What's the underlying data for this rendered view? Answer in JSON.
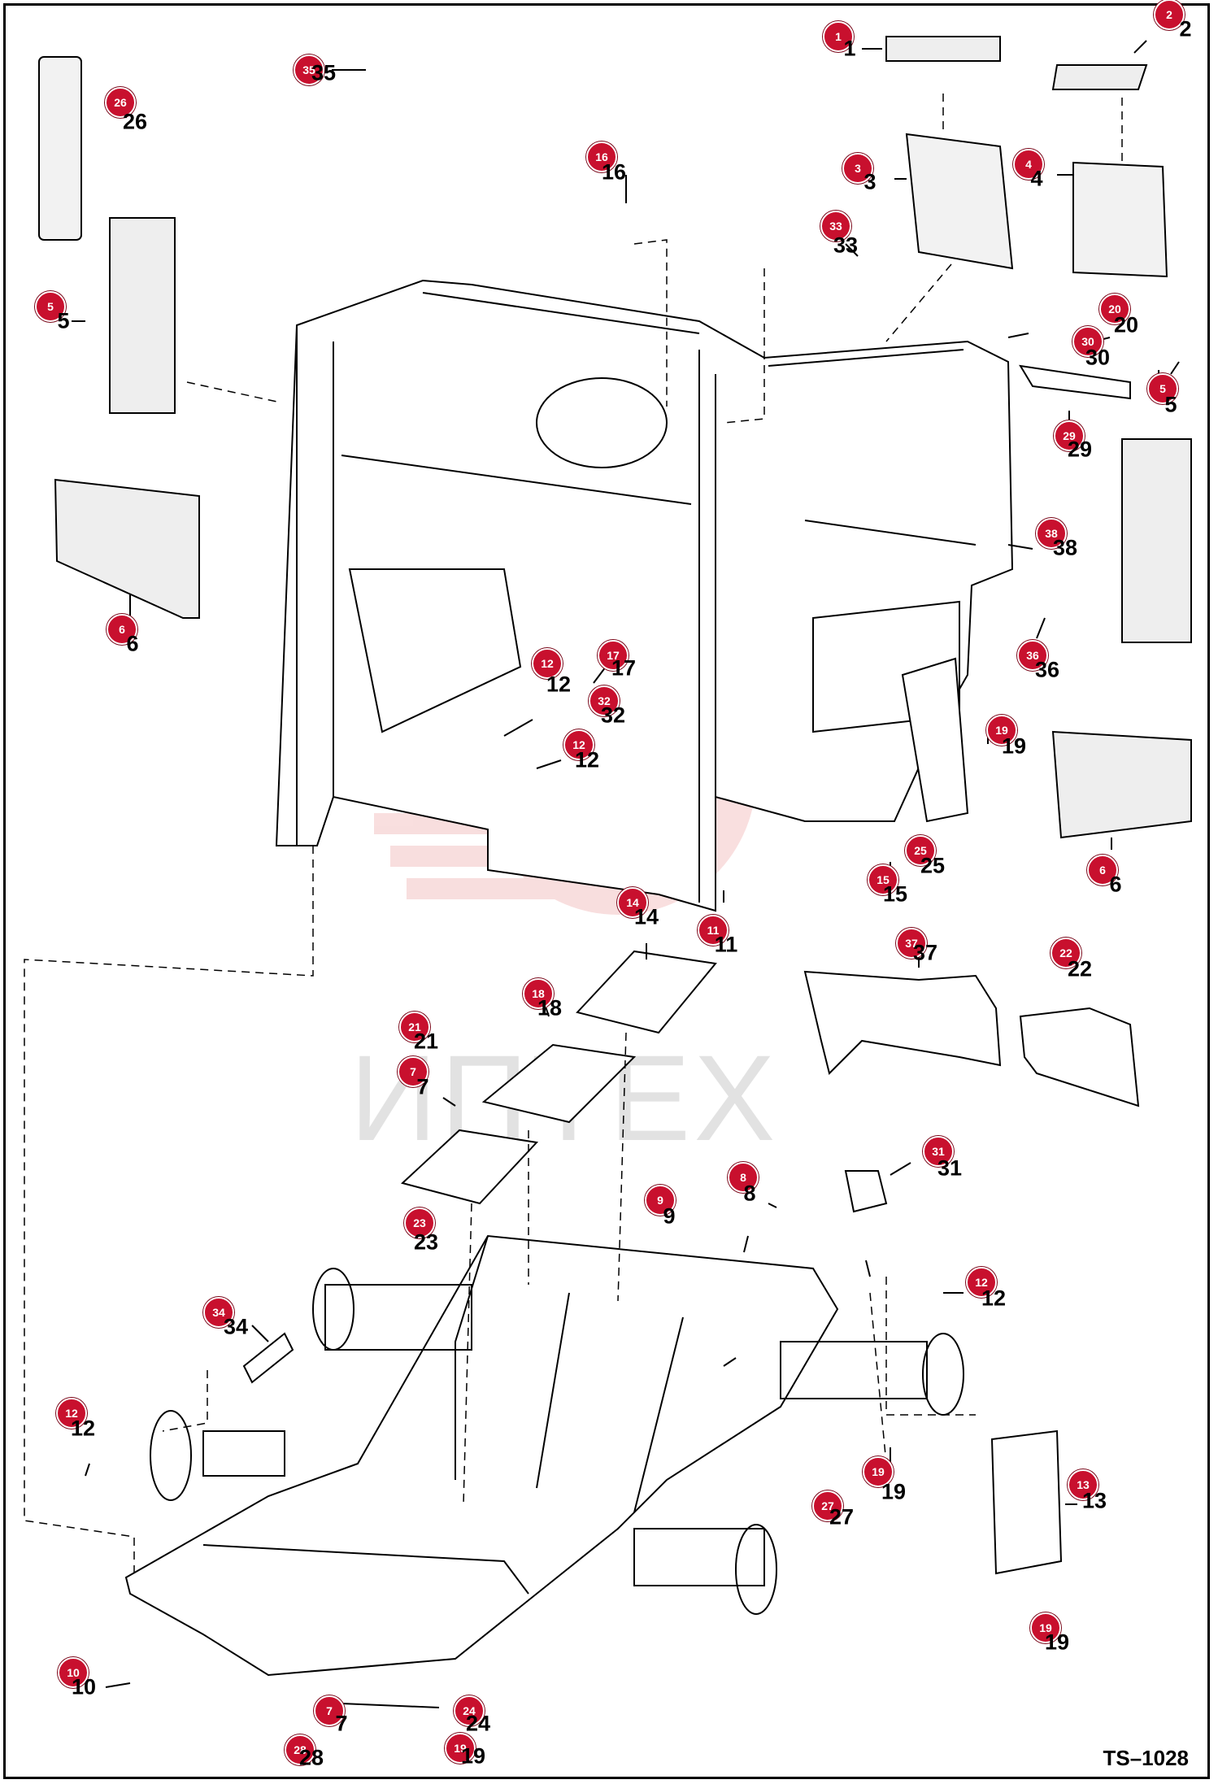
{
  "diagram": {
    "reference_code": "TS–1028",
    "watermark_text": "ИПТЕХ",
    "parts": [
      {
        "id": "p1",
        "callout": "1",
        "label": "1"
      },
      {
        "id": "p2",
        "callout": "2",
        "label": "2"
      },
      {
        "id": "p3",
        "callout": "3",
        "label": "3"
      },
      {
        "id": "p4",
        "callout": "4",
        "label": "4"
      },
      {
        "id": "p5a",
        "callout": "5",
        "label": "5"
      },
      {
        "id": "p5b",
        "callout": "5",
        "label": "5"
      },
      {
        "id": "p6a",
        "callout": "6",
        "label": "6"
      },
      {
        "id": "p6b",
        "callout": "6",
        "label": "6"
      },
      {
        "id": "p7a",
        "callout": "7",
        "label": "7"
      },
      {
        "id": "p7b",
        "callout": "7",
        "label": "7"
      },
      {
        "id": "p8",
        "callout": "8",
        "label": "8"
      },
      {
        "id": "p9",
        "callout": "9",
        "label": "9"
      },
      {
        "id": "p10",
        "callout": "10",
        "label": "10"
      },
      {
        "id": "p11",
        "callout": "11",
        "label": "11"
      },
      {
        "id": "p12a",
        "callout": "12",
        "label": "12"
      },
      {
        "id": "p12b",
        "callout": "12",
        "label": "12"
      },
      {
        "id": "p12c",
        "callout": "12",
        "label": "12"
      },
      {
        "id": "p12d",
        "callout": "12",
        "label": "12"
      },
      {
        "id": "p13",
        "callout": "13",
        "label": "13"
      },
      {
        "id": "p14",
        "callout": "14",
        "label": "14"
      },
      {
        "id": "p15",
        "callout": "15",
        "label": "15"
      },
      {
        "id": "p16",
        "callout": "16",
        "label": "16"
      },
      {
        "id": "p17",
        "callout": "17",
        "label": "17"
      },
      {
        "id": "p18",
        "callout": "18",
        "label": "18"
      },
      {
        "id": "p19a",
        "callout": "19",
        "label": "19"
      },
      {
        "id": "p19b",
        "callout": "19",
        "label": "19"
      },
      {
        "id": "p19c",
        "callout": "19",
        "label": "19"
      },
      {
        "id": "p19d",
        "callout": "19",
        "label": "19"
      },
      {
        "id": "p20",
        "callout": "20",
        "label": "20"
      },
      {
        "id": "p21",
        "callout": "21",
        "label": "21"
      },
      {
        "id": "p22",
        "callout": "22",
        "label": "22"
      },
      {
        "id": "p23",
        "callout": "23",
        "label": "23"
      },
      {
        "id": "p24",
        "callout": "24",
        "label": "24"
      },
      {
        "id": "p25",
        "callout": "25",
        "label": "25"
      },
      {
        "id": "p26",
        "callout": "26",
        "label": "26"
      },
      {
        "id": "p27",
        "callout": "27",
        "label": "27"
      },
      {
        "id": "p28",
        "callout": "28",
        "label": "28"
      },
      {
        "id": "p29",
        "callout": "29",
        "label": "29"
      },
      {
        "id": "p30",
        "callout": "30",
        "label": "30"
      },
      {
        "id": "p31",
        "callout": "31",
        "label": "31"
      },
      {
        "id": "p32",
        "callout": "32",
        "label": "32"
      },
      {
        "id": "p33",
        "callout": "33",
        "label": "33"
      },
      {
        "id": "p34",
        "callout": "34",
        "label": "34"
      },
      {
        "id": "p35",
        "callout": "35",
        "label": "35"
      },
      {
        "id": "p36",
        "callout": "36",
        "label": "36"
      },
      {
        "id": "p37",
        "callout": "37",
        "label": "37"
      },
      {
        "id": "p38",
        "callout": "38",
        "label": "38"
      }
    ]
  }
}
